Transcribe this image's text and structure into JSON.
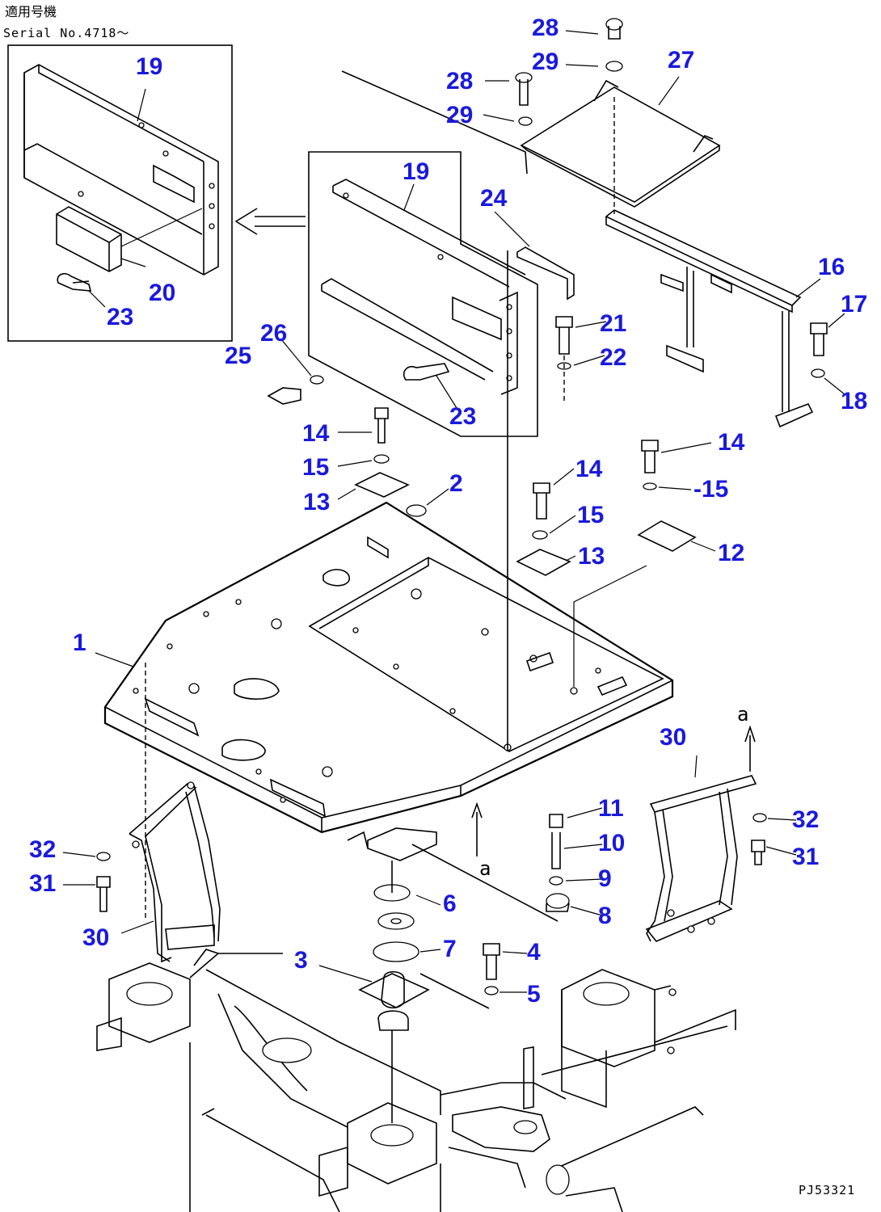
{
  "header": {
    "line1": "適用号機",
    "line2": "Serial No.4718～"
  },
  "footer": {
    "drawing_code": "PJ53321"
  },
  "view_mark": "a",
  "callouts": [
    {
      "id": "c1",
      "label": "1"
    },
    {
      "id": "c2",
      "label": "2"
    },
    {
      "id": "c3",
      "label": "3"
    },
    {
      "id": "c4",
      "label": "4"
    },
    {
      "id": "c5",
      "label": "5"
    },
    {
      "id": "c6",
      "label": "6"
    },
    {
      "id": "c7",
      "label": "7"
    },
    {
      "id": "c8",
      "label": "8"
    },
    {
      "id": "c9",
      "label": "9"
    },
    {
      "id": "c10",
      "label": "10"
    },
    {
      "id": "c11",
      "label": "11"
    },
    {
      "id": "c12",
      "label": "12"
    },
    {
      "id": "c13a",
      "label": "13"
    },
    {
      "id": "c13b",
      "label": "13"
    },
    {
      "id": "c14a",
      "label": "14"
    },
    {
      "id": "c14b",
      "label": "14"
    },
    {
      "id": "c14c",
      "label": "14"
    },
    {
      "id": "c15a",
      "label": "15"
    },
    {
      "id": "c15b",
      "label": "15"
    },
    {
      "id": "c15c",
      "label": "-15"
    },
    {
      "id": "c16",
      "label": "16"
    },
    {
      "id": "c17",
      "label": "17"
    },
    {
      "id": "c18",
      "label": "18"
    },
    {
      "id": "c19a",
      "label": "19"
    },
    {
      "id": "c19b",
      "label": "19"
    },
    {
      "id": "c20",
      "label": "20"
    },
    {
      "id": "c21",
      "label": "21"
    },
    {
      "id": "c22",
      "label": "22"
    },
    {
      "id": "c23a",
      "label": "23"
    },
    {
      "id": "c23b",
      "label": "23"
    },
    {
      "id": "c24",
      "label": "24"
    },
    {
      "id": "c25",
      "label": "25"
    },
    {
      "id": "c26",
      "label": "26"
    },
    {
      "id": "c27",
      "label": "27"
    },
    {
      "id": "c28a",
      "label": "28"
    },
    {
      "id": "c28b",
      "label": "28"
    },
    {
      "id": "c29a",
      "label": "29"
    },
    {
      "id": "c29b",
      "label": "29"
    },
    {
      "id": "c30a",
      "label": "30"
    },
    {
      "id": "c30b",
      "label": "30"
    },
    {
      "id": "c31a",
      "label": "31"
    },
    {
      "id": "c31b",
      "label": "31"
    },
    {
      "id": "c32a",
      "label": "32"
    },
    {
      "id": "c32b",
      "label": "32"
    }
  ]
}
